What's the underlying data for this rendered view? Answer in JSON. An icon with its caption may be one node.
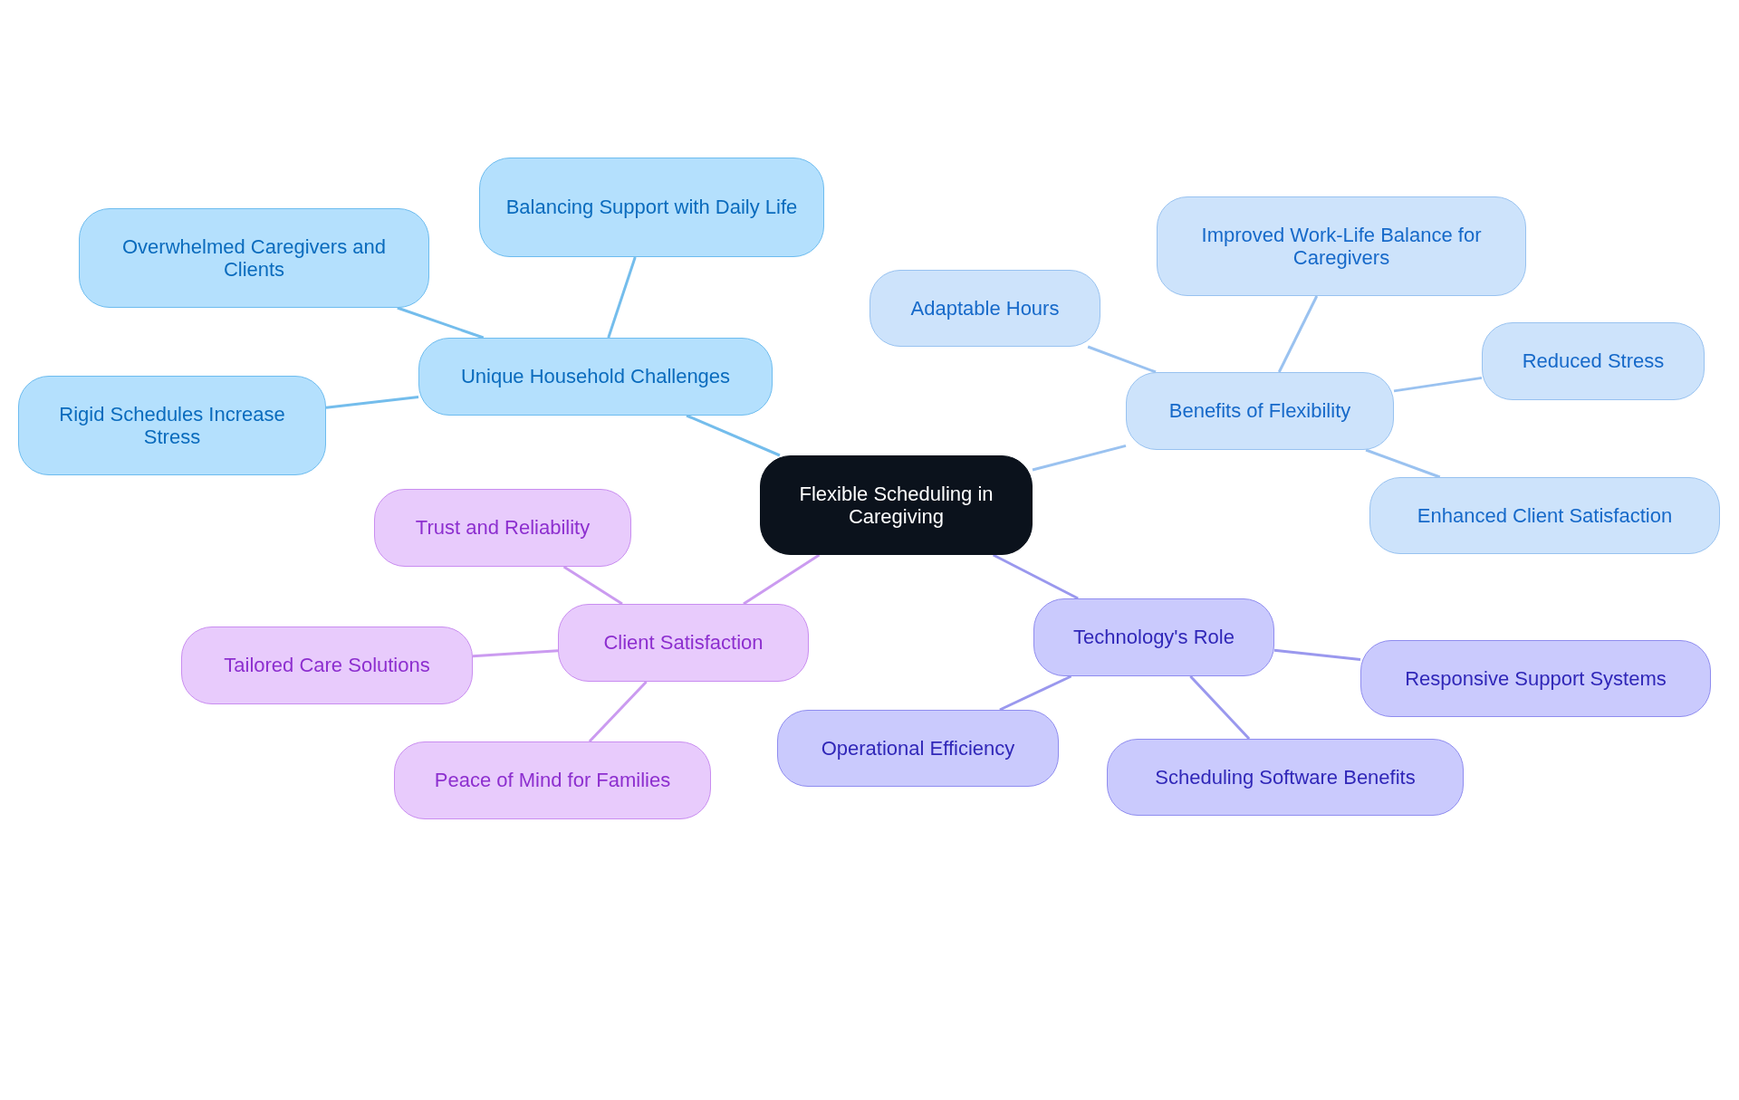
{
  "diagram": {
    "nodes": [
      {
        "text": [
          "Flexible Scheduling in Caregiving"
        ]
      },
      {
        "text": [
          "Unique Household Challenges"
        ]
      },
      {
        "text": [
          "Balancing Support with Daily Life"
        ]
      },
      {
        "text": [
          "Overwhelmed Caregivers and Clients"
        ]
      },
      {
        "text": [
          "Rigid Schedules Increase Stress"
        ]
      },
      {
        "text": [
          "Benefits of Flexibility"
        ]
      },
      {
        "text": [
          "Adaptable Hours"
        ]
      },
      {
        "text": [
          "Improved Work-Life Balance for Caregivers"
        ]
      },
      {
        "text": [
          "Reduced Stress"
        ]
      },
      {
        "text": [
          "Enhanced Client Satisfaction"
        ]
      },
      {
        "text": [
          "Technology's Role"
        ]
      },
      {
        "text": [
          "Responsive Support Systems"
        ]
      },
      {
        "text": [
          "Operational Efficiency"
        ]
      },
      {
        "text": [
          "Scheduling Software Benefits"
        ]
      },
      {
        "text": [
          "Client Satisfaction"
        ]
      },
      {
        "text": [
          "Trust and Reliability"
        ]
      },
      {
        "text": [
          "Tailored Care Solutions"
        ]
      },
      {
        "text": [
          "Peace of Mind for Families"
        ]
      }
    ],
    "edges": [
      {
        "from": 0,
        "to": 1,
        "arrow": "none",
        "color": "#74bdec"
      },
      {
        "from": 1,
        "to": 2,
        "arrow": "none",
        "color": "#74bdec"
      },
      {
        "from": 1,
        "to": 3,
        "arrow": "none",
        "color": "#74bdec"
      },
      {
        "from": 1,
        "to": 4,
        "arrow": "none",
        "color": "#74bdec"
      },
      {
        "from": 0,
        "to": 5,
        "arrow": "none",
        "color": "#9ac2f0"
      },
      {
        "from": 5,
        "to": 6,
        "arrow": "none",
        "color": "#9ac2f0"
      },
      {
        "from": 5,
        "to": 7,
        "arrow": "none",
        "color": "#9ac2f0"
      },
      {
        "from": 5,
        "to": 8,
        "arrow": "none",
        "color": "#9ac2f0"
      },
      {
        "from": 5,
        "to": 9,
        "arrow": "none",
        "color": "#9ac2f0"
      },
      {
        "from": 0,
        "to": 10,
        "arrow": "none",
        "color": "#9a98ee"
      },
      {
        "from": 10,
        "to": 11,
        "arrow": "none",
        "color": "#9a98ee"
      },
      {
        "from": 10,
        "to": 12,
        "arrow": "none",
        "color": "#9a98ee"
      },
      {
        "from": 10,
        "to": 13,
        "arrow": "none",
        "color": "#9a98ee"
      },
      {
        "from": 0,
        "to": 14,
        "arrow": "none",
        "color": "#cb9bf0"
      },
      {
        "from": 14,
        "to": 15,
        "arrow": "none",
        "color": "#cb9bf0"
      },
      {
        "from": 14,
        "to": 16,
        "arrow": "none",
        "color": "#cb9bf0"
      },
      {
        "from": 14,
        "to": 17,
        "arrow": "none",
        "color": "#cb9bf0"
      }
    ]
  }
}
